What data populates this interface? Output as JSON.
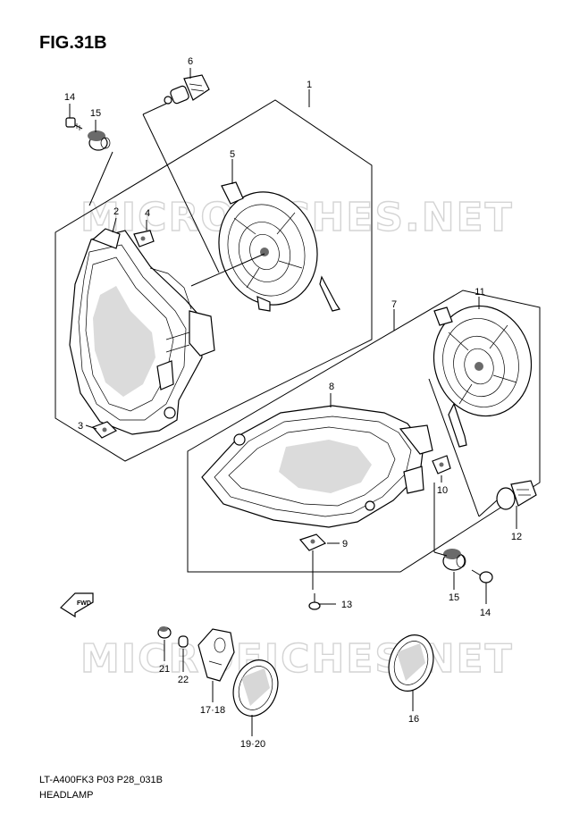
{
  "figure": {
    "title": "FIG.31B",
    "code": "LT-A400FK3 P03 P28_031B",
    "name": "HEADLAMP",
    "watermark": "MICROFICHES.NET",
    "direction_label": "FWD"
  },
  "callouts": {
    "c1": "1",
    "c2": "2",
    "c3": "3",
    "c4": "4",
    "c5": "5",
    "c6": "6",
    "c7": "7",
    "c8": "8",
    "c9": "9",
    "c10": "10",
    "c11": "11",
    "c12": "12",
    "c13": "13",
    "c14a": "14",
    "c14b": "14",
    "c15a": "15",
    "c15b": "15",
    "c16": "16",
    "c1718": "17·18",
    "c1920": "19·20",
    "c21": "21",
    "c22": "22"
  }
}
